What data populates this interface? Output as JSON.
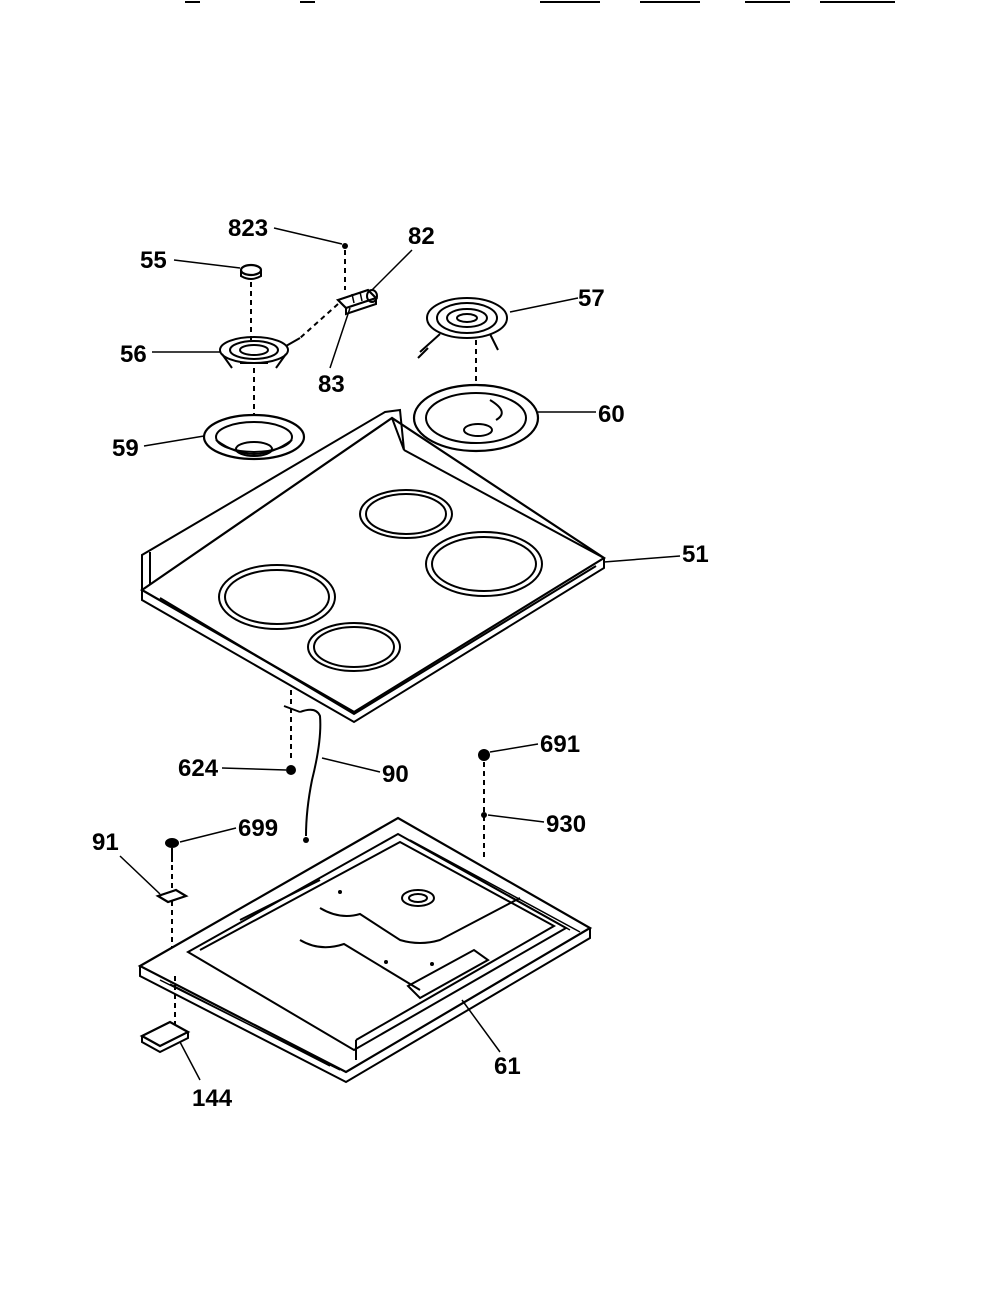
{
  "labels": {
    "l823": "823",
    "l82": "82",
    "l55": "55",
    "l57": "57",
    "l56": "56",
    "l83": "83",
    "l60": "60",
    "l59": "59",
    "l51": "51",
    "l691": "691",
    "l624": "624",
    "l90": "90",
    "l930": "930",
    "l91": "91",
    "l699": "699",
    "l61": "61",
    "l144": "144"
  }
}
